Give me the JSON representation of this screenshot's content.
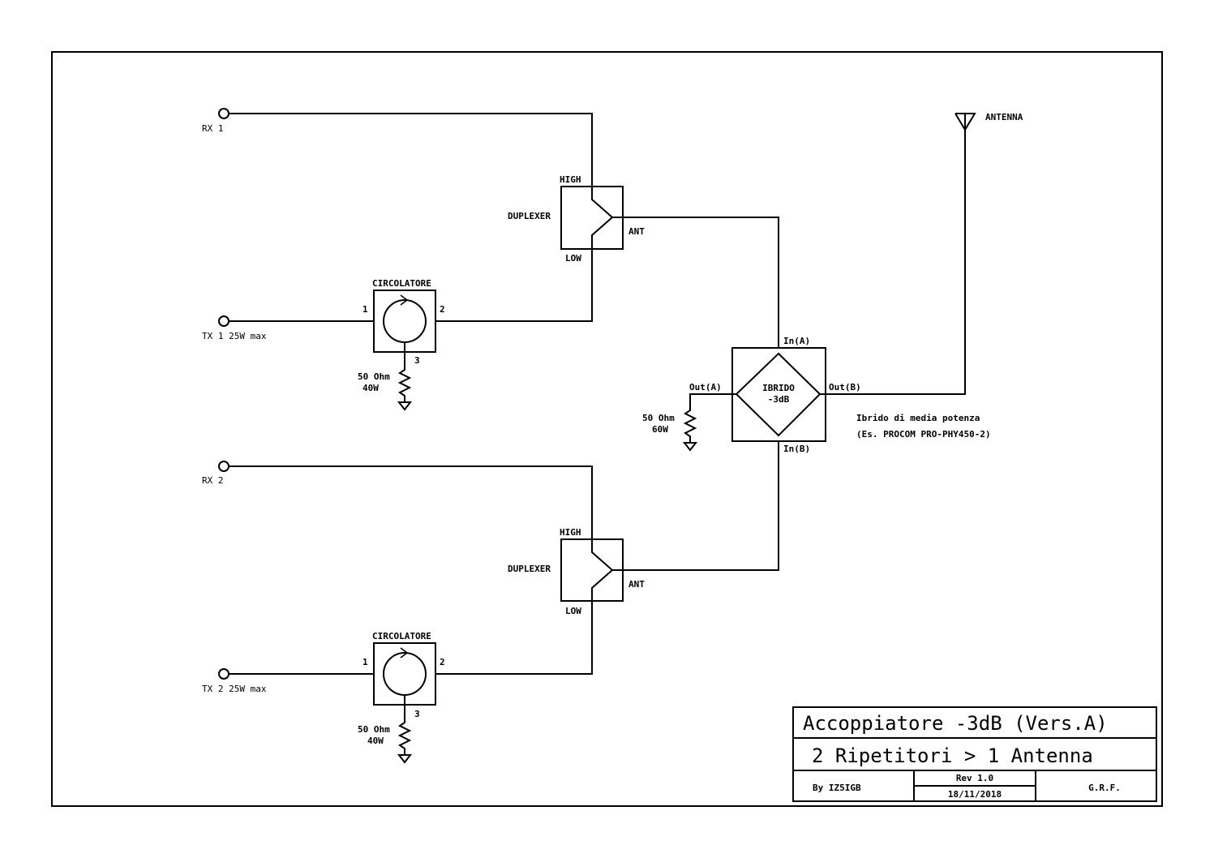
{
  "ports": {
    "rx1": "RX 1",
    "tx1": "TX 1 25W max",
    "rx2": "RX 2",
    "tx2": "TX 2 25W max"
  },
  "duplexer": {
    "label": "DUPLEXER",
    "high": "HIGH",
    "low": "LOW",
    "ant": "ANT"
  },
  "circulator": {
    "label": "CIRCOLATORE",
    "port1": "1",
    "port2": "2",
    "port3": "3"
  },
  "load_tx": {
    "value": "50 Ohm",
    "power": "40W"
  },
  "hybrid": {
    "name": "IBRIDO",
    "loss": "-3dB",
    "in_a": "In(A)",
    "in_b": "In(B)",
    "out_a": "Out(A)",
    "out_b": "Out(B)",
    "load_value": "50 Ohm",
    "load_power": "60W",
    "note_line1": "Ibrido di media potenza",
    "note_line2": "(Es. PROCOM PRO-PHY450-2)"
  },
  "antenna": {
    "label": "ANTENNA"
  },
  "title_block": {
    "title": "Accoppiatore -3dB (Vers.A)",
    "subtitle": "2 Ripetitori > 1 Antenna",
    "author": "By IZ5IGB",
    "revision": "Rev 1.0",
    "date": "18/11/2018",
    "company": "G.R.F."
  }
}
